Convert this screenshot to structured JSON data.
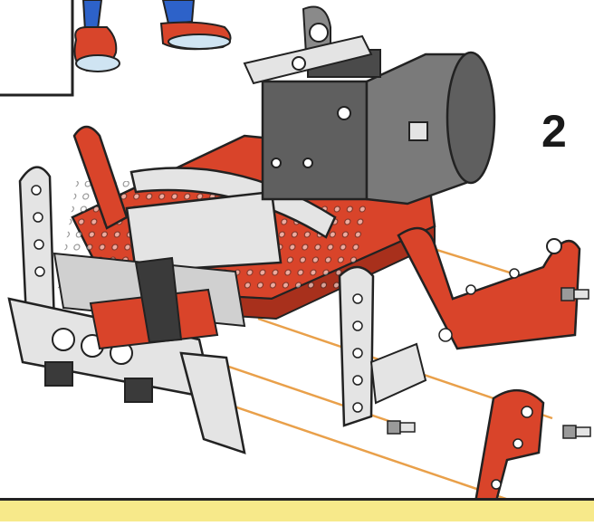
{
  "step": {
    "number": "2"
  },
  "colors": {
    "red_part": "#d9442a",
    "red_dark": "#a8301c",
    "steel": "#e4e4e4",
    "steel_dark": "#9a9a9a",
    "motor": "#5f5f5f",
    "motor_light": "#8a8a8a",
    "guide_line": "#e9a04a",
    "outline": "#222222",
    "pants": "#2d62c9",
    "shoe": "#d8452b",
    "banner": "#f7e98a"
  },
  "icons": {
    "character": "cartoon-legs-sneakers",
    "assembly": "meccano-robot-chassis",
    "fasteners": "hex-bolt"
  }
}
